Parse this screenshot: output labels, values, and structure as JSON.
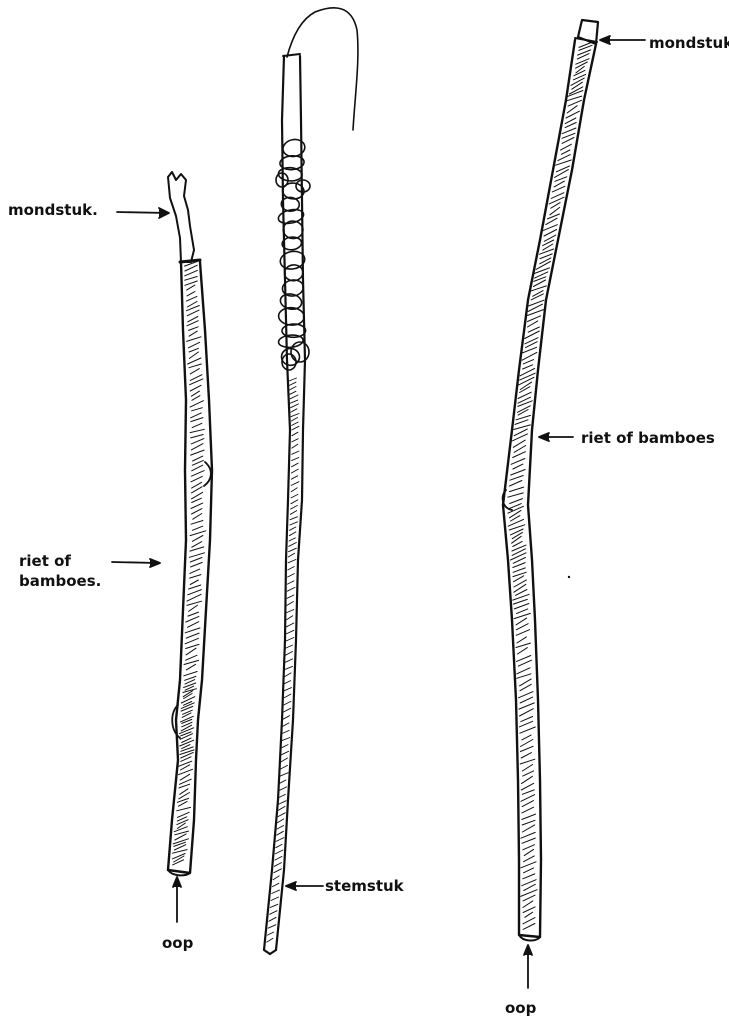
{
  "ink_color": "#111111",
  "paper_color": "#ffffff",
  "labels": {
    "left_mouthpiece": "mondstuk.",
    "left_body_line1": "riet of",
    "left_body_line2": "bamboes.",
    "left_open_end": "oop",
    "middle_stem": "stemstuk",
    "right_mouthpiece": "mondstuk",
    "right_body": "riet of bamboes",
    "right_open_end": "oop"
  }
}
